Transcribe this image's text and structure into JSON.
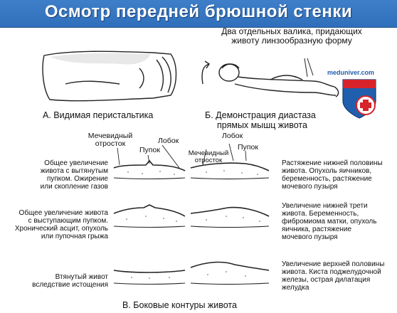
{
  "title": "Осмотр передней брюшной стенки",
  "watermark": "meduniver.com",
  "panel_a": {
    "caption": "А. Видимая перистальтика"
  },
  "panel_b": {
    "note_line1": "Два отдельных валика, придающих",
    "note_line2": "животу линзообразную форму",
    "caption_line1": "Б. Демонстрация диастаза",
    "caption_line2": "прямых мышц живота"
  },
  "panel_c": {
    "caption": "В. Боковые контуры живота",
    "labels_left": {
      "xiphoid": "Мечевидный",
      "xiphoid2": "отросток",
      "navel": "Пупок",
      "pubis": "Лобок"
    },
    "labels_right": {
      "pubis": "Лобок",
      "xiphoid": "Мечевидный",
      "xiphoid2": "отросток",
      "navel": "Пупок"
    },
    "rows": [
      {
        "left": [
          "Общее увеличение",
          "живота с вытянутым",
          "пупком. Ожирение",
          "или скопление газов"
        ],
        "right": [
          "Растяжение нижней половины",
          "живота. Опухоль яичников,",
          "беременность, растяжение",
          "мочевого пузыря"
        ]
      },
      {
        "left": [
          "Общее увеличение живота",
          "с выступающим пупком.",
          "Хронический асцит, опухоль",
          "или пупочная грыжа"
        ],
        "right": [
          "Увеличение нижней трети",
          "живота. Беременность,",
          "фибромиома матки, опухоль",
          "яичника, растяжение",
          "мочевого пузыря"
        ]
      },
      {
        "left": [
          "Втянутый живот",
          "вследствие истощения"
        ],
        "right": [
          "Увеличение верхней половины",
          "живота. Киста поджелудочной",
          "железы, острая дилатация",
          "желудка"
        ]
      }
    ]
  },
  "colors": {
    "banner": "#3a7ac5",
    "shield_red": "#d8232a",
    "shield_blue": "#1f5fae"
  }
}
